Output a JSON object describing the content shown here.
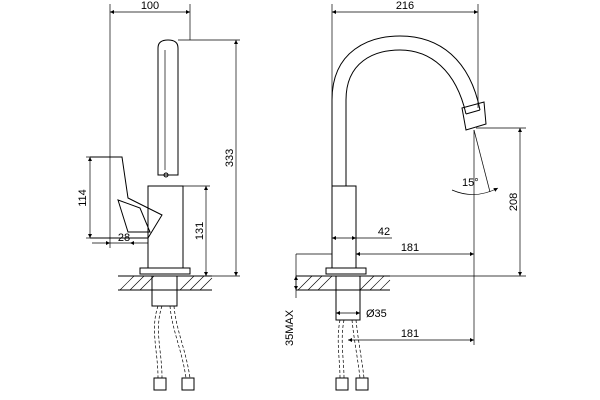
{
  "dimensions": {
    "left_width": "100",
    "left_height": "333",
    "left_handle_height": "114",
    "left_body_height": "131",
    "left_offset": "28",
    "right_width": "216",
    "right_spout_height": "208",
    "right_angle": "15°",
    "right_body_width": "42",
    "right_reach": "181",
    "right_hole": "Ø35",
    "right_reach_bottom": "181",
    "right_max_thickness": "35MAX"
  }
}
